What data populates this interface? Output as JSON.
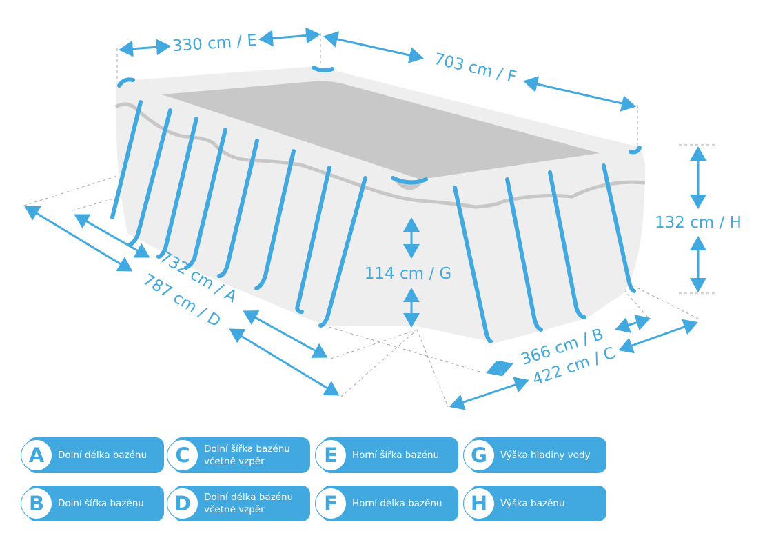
{
  "dimensions": {
    "E": "330 cm / E",
    "F": "703 cm / F",
    "H": "132 cm / H",
    "G": "114 cm / G",
    "A": "732 cm / A",
    "D": "787 cm / D",
    "B": "366 cm / B",
    "C": "422 cm / C"
  },
  "legend": [
    {
      "letter": "A",
      "line1": "Dolní délka bazénu",
      "line2": ""
    },
    {
      "letter": "B",
      "line1": "Dolní šířka bazénu",
      "line2": ""
    },
    {
      "letter": "C",
      "line1": "Dolní šířka bazénu",
      "line2": "včetně vzpěr"
    },
    {
      "letter": "D",
      "line1": "Dolní délka bazénu",
      "line2": "včetně vzpěr"
    },
    {
      "letter": "E",
      "line1": "Horní šířka bazénu",
      "line2": ""
    },
    {
      "letter": "F",
      "line1": "Horní délka bazénu",
      "line2": ""
    },
    {
      "letter": "G",
      "line1": "Výška hladiny vody",
      "line2": ""
    },
    {
      "letter": "H",
      "line1": "Výška bazénu",
      "line2": ""
    }
  ],
  "colors": {
    "accent": "#41a9df",
    "pool": "#eeeeee",
    "water": "#c9c8c9"
  }
}
